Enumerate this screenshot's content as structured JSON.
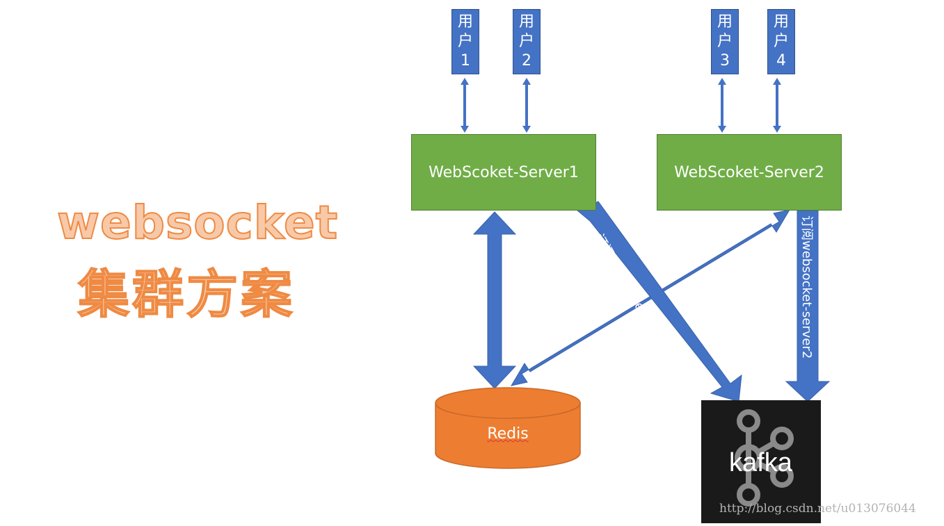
{
  "title": {
    "line1": "websocket",
    "line2": "集群方案"
  },
  "users": [
    {
      "line1": "用",
      "line2": "户",
      "line3": "1"
    },
    {
      "line1": "用",
      "line2": "户",
      "line3": "2"
    },
    {
      "line1": "用",
      "line2": "户",
      "line3": "3"
    },
    {
      "line1": "用",
      "line2": "户",
      "line3": "4"
    }
  ],
  "servers": {
    "server1": "WebScoket-Server1",
    "server2": "WebScoket-Server2"
  },
  "redis": {
    "label": "Redis"
  },
  "kafka": {
    "label": "kafka"
  },
  "edges": {
    "subscribe1": "订阅websocket-server1",
    "subscribe2": "订阅websocket-server2"
  },
  "watermark": "http://blog.csdn.net/u013076044",
  "colors": {
    "user_box": "#4472c4",
    "server_box": "#70ad47",
    "redis": "#ed7d31",
    "kafka_bg": "#1a1a1a",
    "arrow": "#4472c4",
    "title_fill": "#f7c9a8",
    "title_stroke": "#ef8a43"
  }
}
